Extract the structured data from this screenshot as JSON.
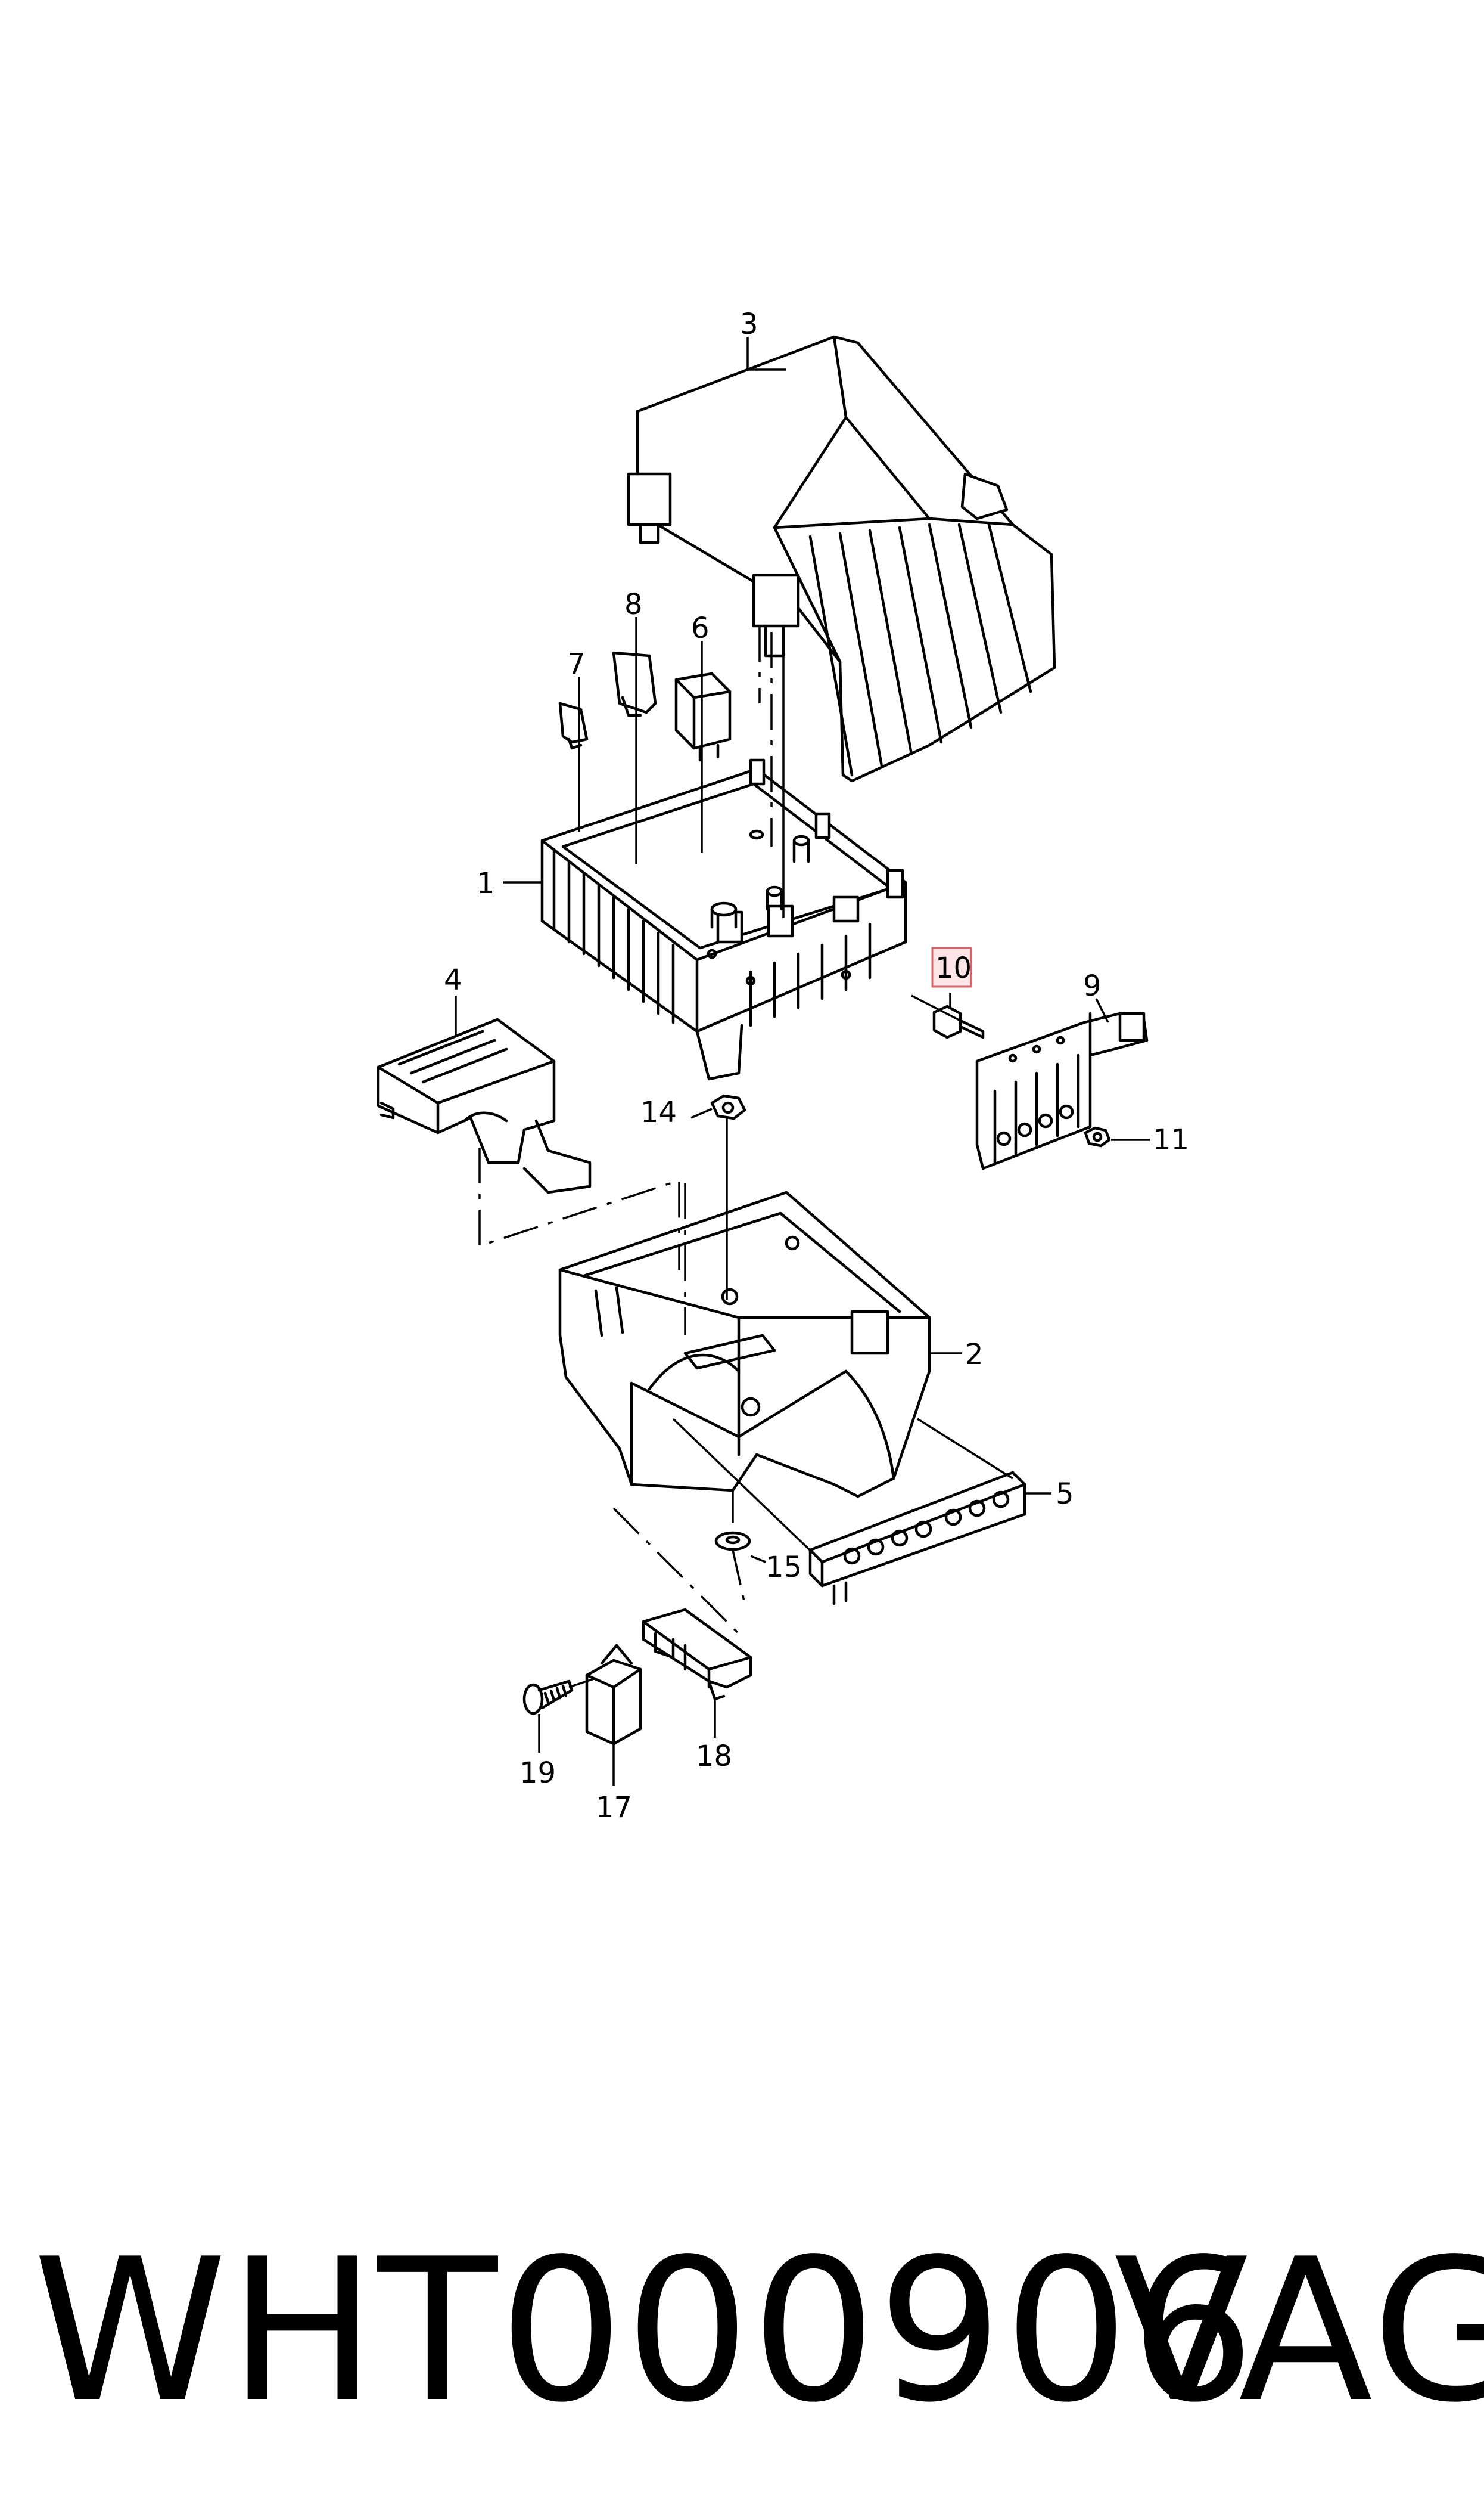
{
  "diagram": {
    "callouts": [
      {
        "id": "3",
        "label": "3"
      },
      {
        "id": "8",
        "label": "8"
      },
      {
        "id": "6",
        "label": "6"
      },
      {
        "id": "7",
        "label": "7"
      },
      {
        "id": "1",
        "label": "1"
      },
      {
        "id": "4",
        "label": "4"
      },
      {
        "id": "10",
        "label": "10",
        "highlighted": true
      },
      {
        "id": "9",
        "label": "9"
      },
      {
        "id": "14",
        "label": "14"
      },
      {
        "id": "11",
        "label": "11"
      },
      {
        "id": "2",
        "label": "2"
      },
      {
        "id": "5",
        "label": "5"
      },
      {
        "id": "15",
        "label": "15"
      },
      {
        "id": "19",
        "label": "19"
      },
      {
        "id": "18",
        "label": "18"
      },
      {
        "id": "17",
        "label": "17"
      }
    ],
    "highlight_color": "#e0606a"
  },
  "footer": {
    "part_number": "WHT000906",
    "brand": "VAG"
  }
}
